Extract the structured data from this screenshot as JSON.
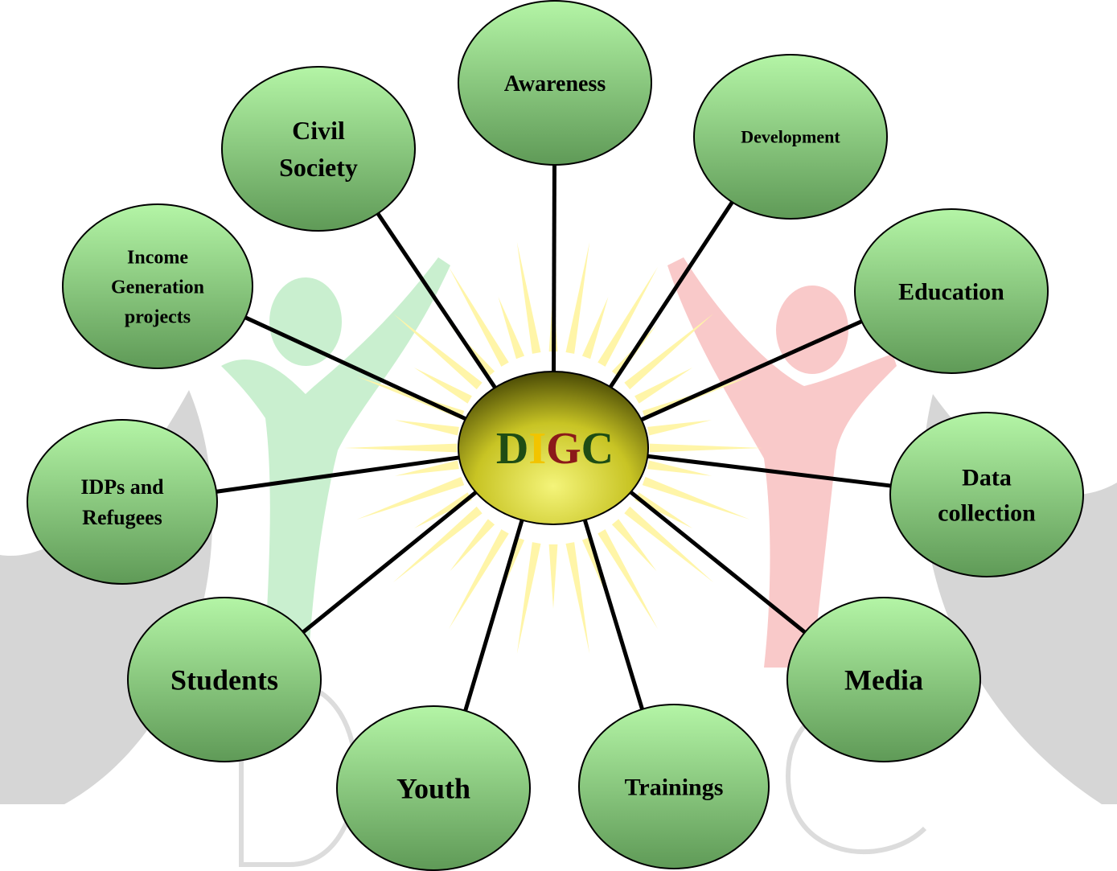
{
  "center": {
    "letters": [
      {
        "char": "D",
        "color": "#1f4d14"
      },
      {
        "char": "I",
        "color": "#f2c400"
      },
      {
        "char": "G",
        "color": "#8b1a1a"
      },
      {
        "char": "C",
        "color": "#1f4d14"
      }
    ]
  },
  "nodes": [
    {
      "id": "awareness",
      "lines": [
        "Awareness"
      ]
    },
    {
      "id": "development",
      "lines": [
        "Development"
      ]
    },
    {
      "id": "education",
      "lines": [
        "Education"
      ]
    },
    {
      "id": "data-collection",
      "lines": [
        "Data",
        "collection"
      ]
    },
    {
      "id": "media",
      "lines": [
        "Media"
      ]
    },
    {
      "id": "trainings",
      "lines": [
        "Trainings"
      ]
    },
    {
      "id": "youth",
      "lines": [
        "Youth"
      ]
    },
    {
      "id": "students",
      "lines": [
        "Students"
      ]
    },
    {
      "id": "idps-refugees",
      "lines": [
        "IDPs and",
        "Refugees"
      ]
    },
    {
      "id": "income-generation",
      "lines": [
        "Income",
        "Generation",
        "projects"
      ]
    },
    {
      "id": "civil-society",
      "lines": [
        "Civil",
        "Society"
      ]
    }
  ],
  "colors": {
    "node_top": "#b4f5a6",
    "node_bottom": "#5f9a57",
    "center_top": "#4a4a05",
    "center_bottom": "#f4f47a",
    "watermark_green": "#c7efcf",
    "watermark_red": "#f8c4c4",
    "watermark_gray": "#cfcfcf",
    "rays": "#fff5a8"
  }
}
